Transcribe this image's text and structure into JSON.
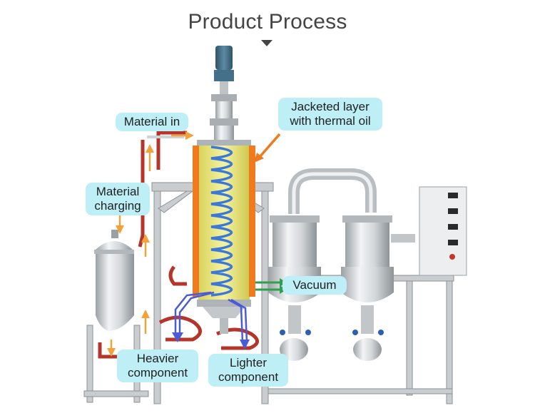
{
  "title": "Product Process",
  "labels": {
    "material_in": "Material in",
    "jacketed_line1": "Jacketed layer",
    "jacketed_line2": "with thermal oil",
    "material_charging_line1": "Material",
    "material_charging_line2": "charging",
    "vacuum": "Vacuum",
    "heavier_line1": "Heavier",
    "heavier_line2": "component",
    "lighter_line1": "Lighter",
    "lighter_line2": "component"
  },
  "colors": {
    "label_bg": "#bfeff6",
    "jacket_orange": "#f07a1e",
    "arrow_orange": "#f2a23a",
    "coil_blue": "#3b78d8",
    "vessel_yellow": "#e9ea7a",
    "steel": "#cfd3d6",
    "pipe_red": "#c0392b",
    "vacuum_green": "#2e9e4f",
    "motor_blue": "#3e6e88"
  }
}
